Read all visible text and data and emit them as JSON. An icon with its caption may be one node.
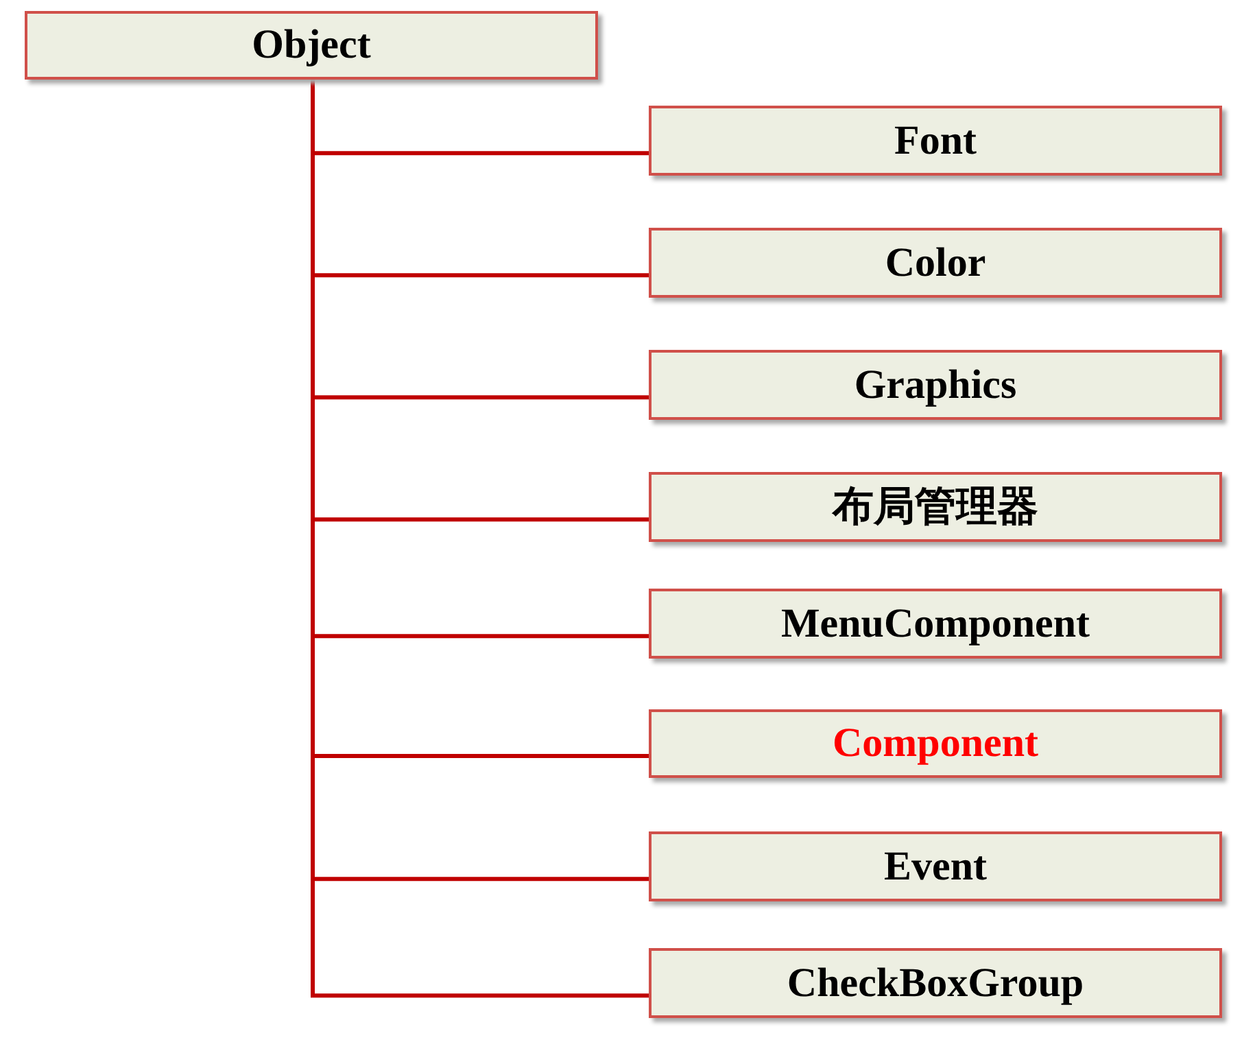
{
  "diagram": {
    "nodes": [
      {
        "text": [
          "Object"
        ]
      },
      {
        "text": [
          "Font"
        ]
      },
      {
        "text": [
          "Color"
        ]
      },
      {
        "text": [
          "Graphics"
        ]
      },
      {
        "text": [
          "布局管理器"
        ]
      },
      {
        "text": [
          "MenuComponent"
        ]
      },
      {
        "text": [
          "Component"
        ]
      },
      {
        "text": [
          "Event"
        ]
      },
      {
        "text": [
          "CheckBoxGroup"
        ]
      }
    ],
    "edges": [
      {
        "from": 0,
        "to": 1,
        "arrow": "none"
      },
      {
        "from": 0,
        "to": 2,
        "arrow": "none"
      },
      {
        "from": 0,
        "to": 3,
        "arrow": "none"
      },
      {
        "from": 0,
        "to": 4,
        "arrow": "none"
      },
      {
        "from": 0,
        "to": 5,
        "arrow": "none"
      },
      {
        "from": 0,
        "to": 6,
        "arrow": "none"
      },
      {
        "from": 0,
        "to": 7,
        "arrow": "none"
      },
      {
        "from": 0,
        "to": 8,
        "arrow": "none"
      }
    ]
  }
}
